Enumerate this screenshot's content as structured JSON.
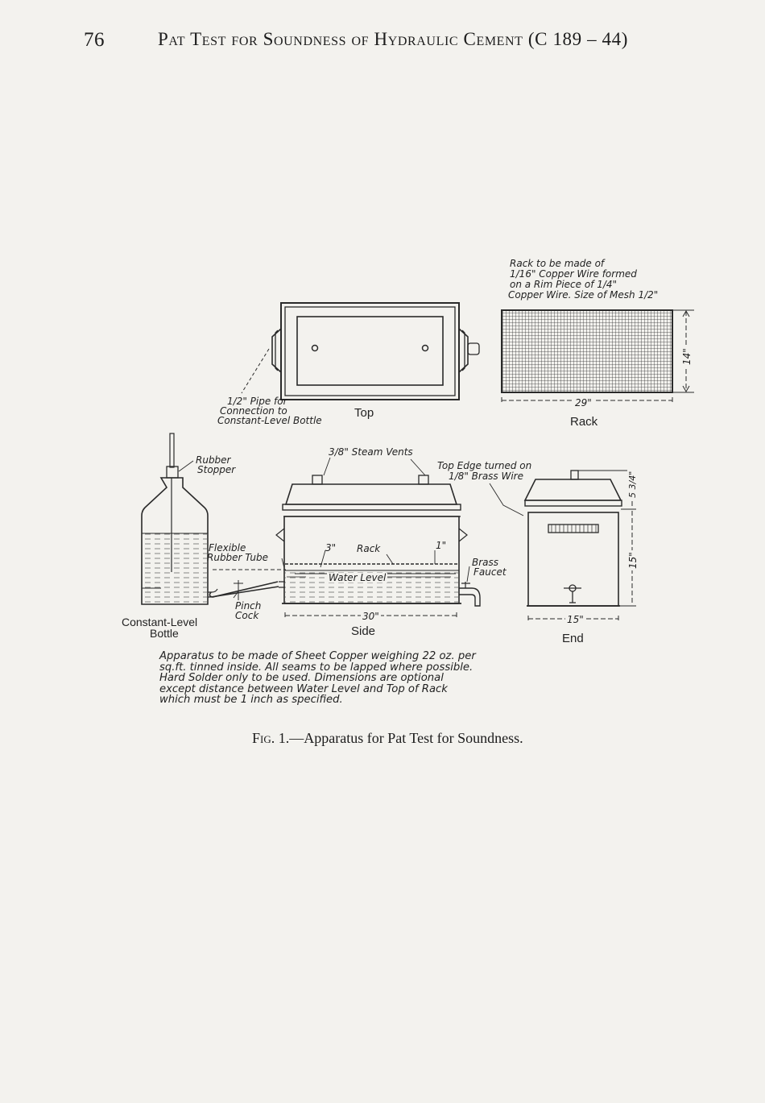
{
  "header": {
    "page_number": "76",
    "running_title": "Pat Test for Soundness of Hydraulic Cement (C 189 – 44)"
  },
  "figure": {
    "rack_note": [
      "Rack to be made of",
      "1/16\" Copper Wire formed",
      "on a Rim Piece of 1/4\"",
      "Copper Wire. Size of Mesh 1/2\""
    ],
    "rack_width": "29\"",
    "rack_height": "14\"",
    "rack_label": "Rack",
    "pipe_note": [
      "1/2\" Pipe for",
      "Connection to",
      "Constant-Level Bottle"
    ],
    "top_label": "Top",
    "rubber_stopper": [
      "Rubber",
      "Stopper"
    ],
    "steam_vents": "3/8\" Steam Vents",
    "top_edge": [
      "Top Edge turned on",
      "1/8\" Brass Wire"
    ],
    "flexible_tube": [
      "Flexible",
      "Rubber Tube"
    ],
    "dim_3": "3\"",
    "rack_side": "Rack",
    "dim_1": "1\"",
    "water_level": "Water Level",
    "brass_faucet": [
      "Brass",
      "Faucet"
    ],
    "pinch_cock": [
      "Pinch",
      "Cock"
    ],
    "bottle_label": [
      "Constant-Level",
      "Bottle"
    ],
    "side_width": "30\"",
    "side_label": "Side",
    "end_lid": "5 3/4\"",
    "end_height": "15\"",
    "end_width": "15\"",
    "end_label": "End"
  },
  "note_text": "Apparatus to be made of Sheet Copper weighing 22 oz. per sq.ft. tinned inside. All seams to be lapped where possible. Hard Solder only to be used. Dimensions are optional except distance between Water Level and Top of Rack which must be 1 inch as specified.",
  "caption": {
    "fig_label": "Fig. 1.",
    "text": "—Apparatus for Pat Test for Soundness."
  }
}
